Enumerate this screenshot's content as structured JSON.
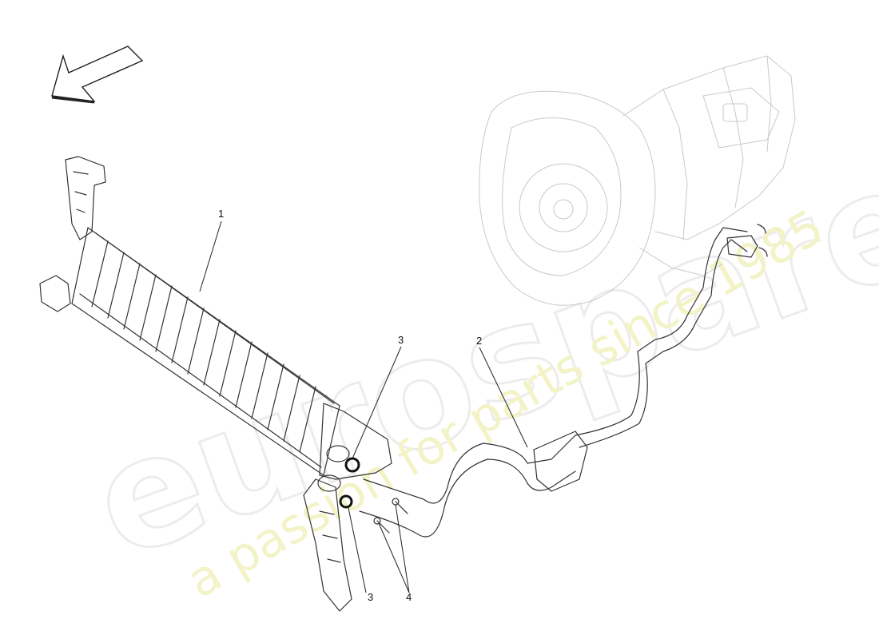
{
  "watermark": {
    "logo": "eurospares",
    "tagline": "a passion for parts since 1985"
  },
  "callouts": [
    {
      "id": "c1",
      "label": "1"
    },
    {
      "id": "c2",
      "label": "2"
    },
    {
      "id": "c3a",
      "label": "3"
    },
    {
      "id": "c3b",
      "label": "3"
    },
    {
      "id": "c4",
      "label": "4"
    }
  ],
  "icons": {
    "direction": "direction-arrow-icon"
  },
  "colors": {
    "line": "#333333",
    "faint_line": "#c9c9c9",
    "watermark_logo": "#ececec",
    "watermark_tag": "#f3f3c8"
  }
}
